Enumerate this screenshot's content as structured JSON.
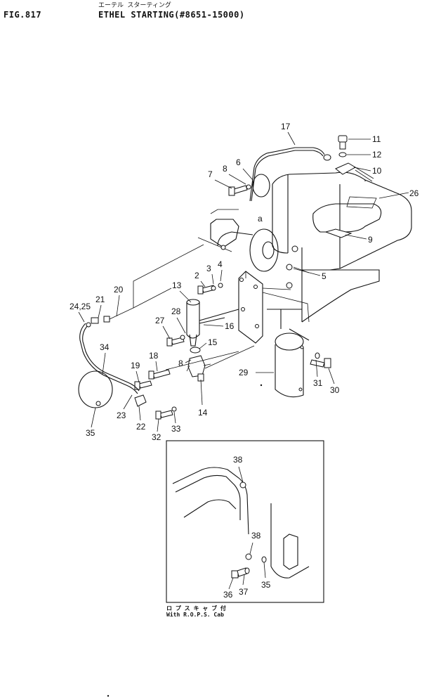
{
  "header": {
    "fig_number": "FIG.817",
    "title_japanese": "エーテル スターティング",
    "title": "ETHEL STARTING(#8651-15000)"
  },
  "parts": [
    {
      "no": "17"
    },
    {
      "no": "11"
    },
    {
      "no": "12"
    },
    {
      "no": "10"
    },
    {
      "no": "26"
    },
    {
      "no": "6"
    },
    {
      "no": "8"
    },
    {
      "no": "7"
    },
    {
      "no": "a"
    },
    {
      "no": "9"
    },
    {
      "no": "5"
    },
    {
      "no": "2"
    },
    {
      "no": "3"
    },
    {
      "no": "4"
    },
    {
      "no": "13"
    },
    {
      "no": "20"
    },
    {
      "no": "21"
    },
    {
      "no": "24,25"
    },
    {
      "no": "28"
    },
    {
      "no": "16"
    },
    {
      "no": "27"
    },
    {
      "no": "15"
    },
    {
      "no": "34"
    },
    {
      "no": "18"
    },
    {
      "no": "8"
    },
    {
      "no": "29"
    },
    {
      "no": "19"
    },
    {
      "no": "31"
    },
    {
      "no": "30"
    },
    {
      "no": "14"
    },
    {
      "no": "23"
    },
    {
      "no": "22"
    },
    {
      "no": "33"
    },
    {
      "no": "32"
    },
    {
      "no": "35"
    }
  ],
  "inset": {
    "parts": [
      {
        "no": "38"
      },
      {
        "no": "38"
      },
      {
        "no": "36"
      },
      {
        "no": "37"
      },
      {
        "no": "35"
      }
    ],
    "caption_japanese": "ロ プ ス キ ャ ブ 付",
    "caption": "With R.O.P.S. Cab"
  }
}
